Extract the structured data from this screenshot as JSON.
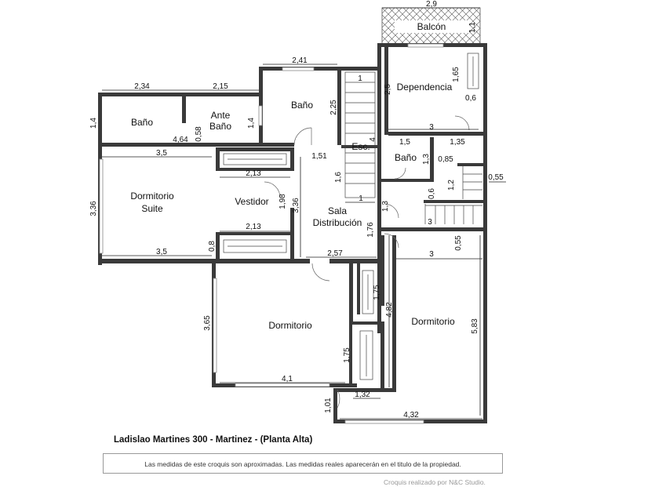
{
  "rooms": {
    "balcon": "Balcón",
    "dependencia": "Dependencia",
    "bano_1": "Baño",
    "ante_bano_1": "Ante",
    "ante_bano_2": "Baño",
    "bano_2": "Baño",
    "esc": "Esc.",
    "bano_3": "Baño",
    "dormitorio_suite_1": "Dormitorio",
    "dormitorio_suite_2": "Suite",
    "vestidor": "Vestidor",
    "sala_1": "Sala",
    "sala_2": "Distribución",
    "dormitorio_1": "Dormitorio",
    "dormitorio_2": "Dormitorio"
  },
  "dimensions": {
    "balcon_w": "2,9",
    "balcon_h": "1,1",
    "bano2_w": "2,41",
    "bano1_w": "2,34",
    "ante_w": "2,15",
    "bano1_h": "1,4",
    "ante_h": "1,4",
    "bano2_h": "2,25",
    "esc_top": "1",
    "dep_h": "2,5",
    "dep_closet": "1,65",
    "dep_06": "0,6",
    "dep_w": "3",
    "pasillo": "4,64",
    "d058": "0,58",
    "suite_top": "3,5",
    "hall_151": "1,51",
    "esc_16": "1,6",
    "esc_4": "4",
    "bano3_w": "1,5",
    "r135": "1,35",
    "bano3_h": "1,3",
    "r085": "0,85",
    "r055a": "0,55",
    "r12": "1,2",
    "r06": "0,6",
    "vest_213_top": "2,13",
    "suite_h": "3,36",
    "vest_198": "1,98",
    "sala_h": "3,36",
    "esc_1b": "1",
    "r13": "1,3",
    "r3_esc": "3",
    "sala_176": "1,76",
    "vest_213_bot": "2,13",
    "r055b": "0,55",
    "suite_bot": "3,5",
    "d08": "0,8",
    "sala_257": "2,57",
    "dorm2_top": "3",
    "d175a": "1,75",
    "d482": "4,82",
    "d583": "5,83",
    "d365": "3,65",
    "d175b": "1,75",
    "dorm1_w": "4,1",
    "d132": "1,32",
    "d101": "1,01",
    "d432": "4,32"
  },
  "footer": {
    "address": "Ladislao Martines 300 - Martinez - (Planta Alta)",
    "note": "Las medidas de este croquis son aproximadas. Las medidas reales aparecerán en el titulo de la propiedad.",
    "credit": "Croquis realizado por N&C Studio."
  }
}
